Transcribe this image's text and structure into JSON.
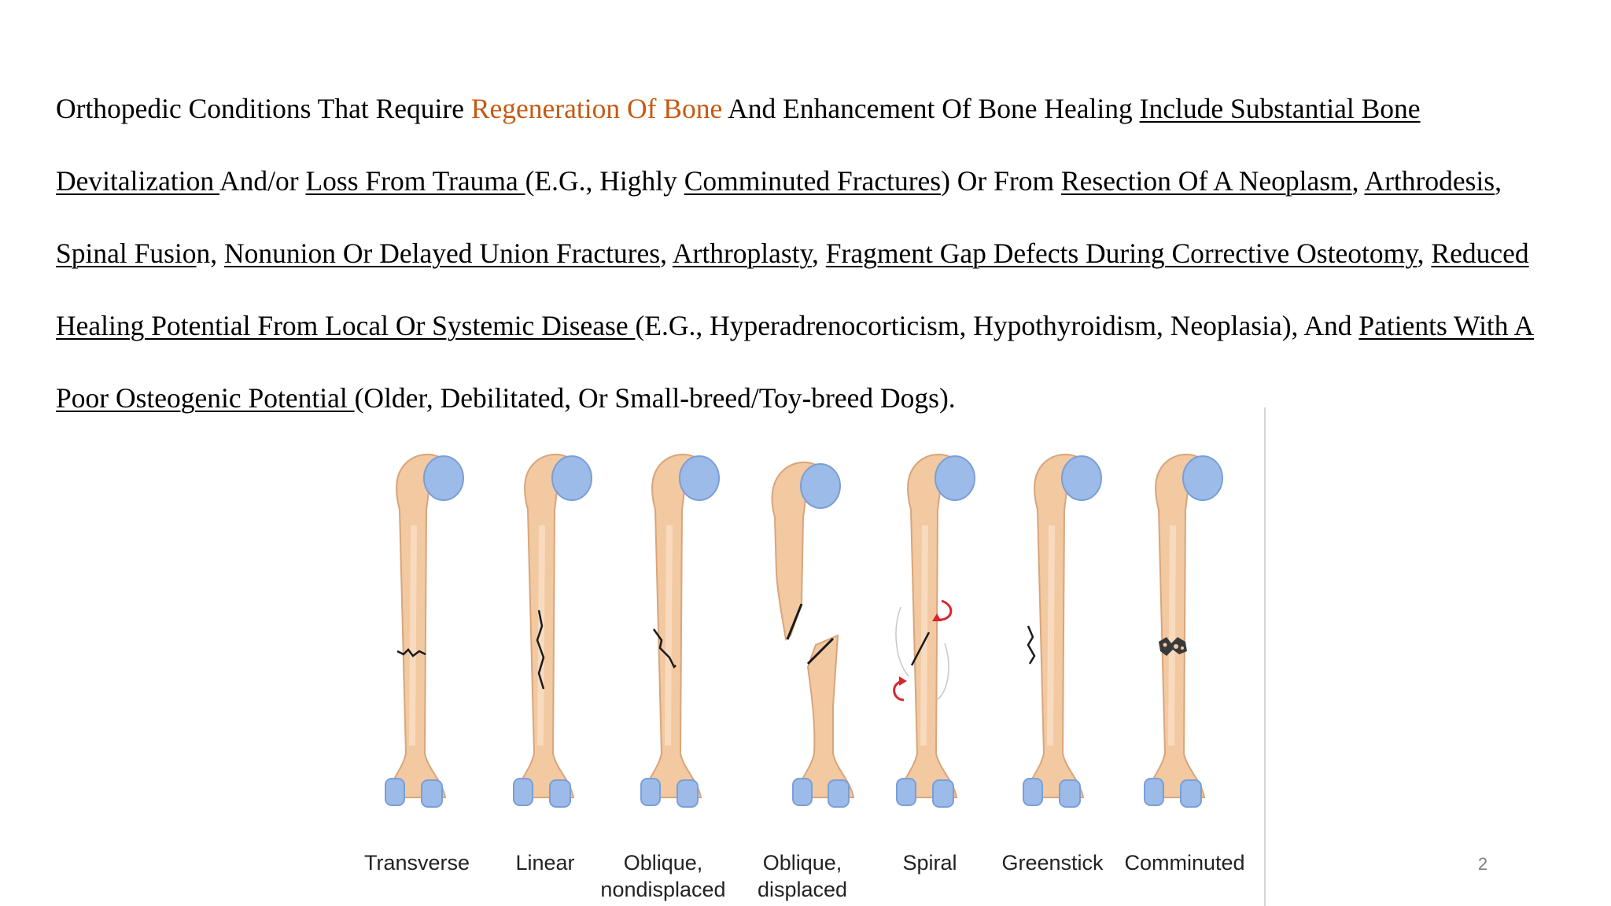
{
  "paragraph": {
    "s1": "Orthopedic Conditions That Require ",
    "s2": "Regeneration Of Bone",
    "s3": " And Enhancement Of Bone Healing ",
    "s4": "Include Substantial Bone Devitalization ",
    "s5": "And/or ",
    "s6": "Loss From Trauma ",
    "s7": "(E.G., Highly ",
    "s8": "Comminuted Fractures",
    "s9": ") Or From ",
    "s10": "Resection Of A Neoplasm",
    "s11": ", ",
    "s12": "Arthrodesis",
    "s13": ", ",
    "s14": "Spinal Fusio",
    "s15": "n, ",
    "s16": "Nonunion Or Delayed Union Fractures",
    "s17": ", ",
    "s18": "Arthroplasty",
    "s19": ", ",
    "s20": "Fragment Gap Defects During Corrective Osteotomy",
    "s21": ", ",
    "s22": "Reduced Healing Potential From Local Or Systemic Disease ",
    "s23": "(E.G., Hyperadrenocorticism, Hypothyroidism, Neoplasia), And ",
    "s24": "Patients With A Poor Osteogenic Potential ",
    "s25": "(Older, Debilitated, Or Small-breed/Toy-breed Dogs)."
  },
  "colors": {
    "highlight": "#c55a11",
    "bone": "#f2c9a1",
    "joint": "#9dbbe8",
    "crack": "#1a1a1a",
    "arrow": "#d8262f"
  },
  "figure": {
    "captions": [
      {
        "line1": "Transverse",
        "line2": ""
      },
      {
        "line1": "Linear",
        "line2": ""
      },
      {
        "line1": "Oblique,",
        "line2": "nondisplaced"
      },
      {
        "line1": "Oblique,",
        "line2": "displaced"
      },
      {
        "line1": "Spiral",
        "line2": ""
      },
      {
        "line1": "Greenstick",
        "line2": ""
      },
      {
        "line1": "Comminuted",
        "line2": ""
      }
    ]
  },
  "page_number": "2"
}
